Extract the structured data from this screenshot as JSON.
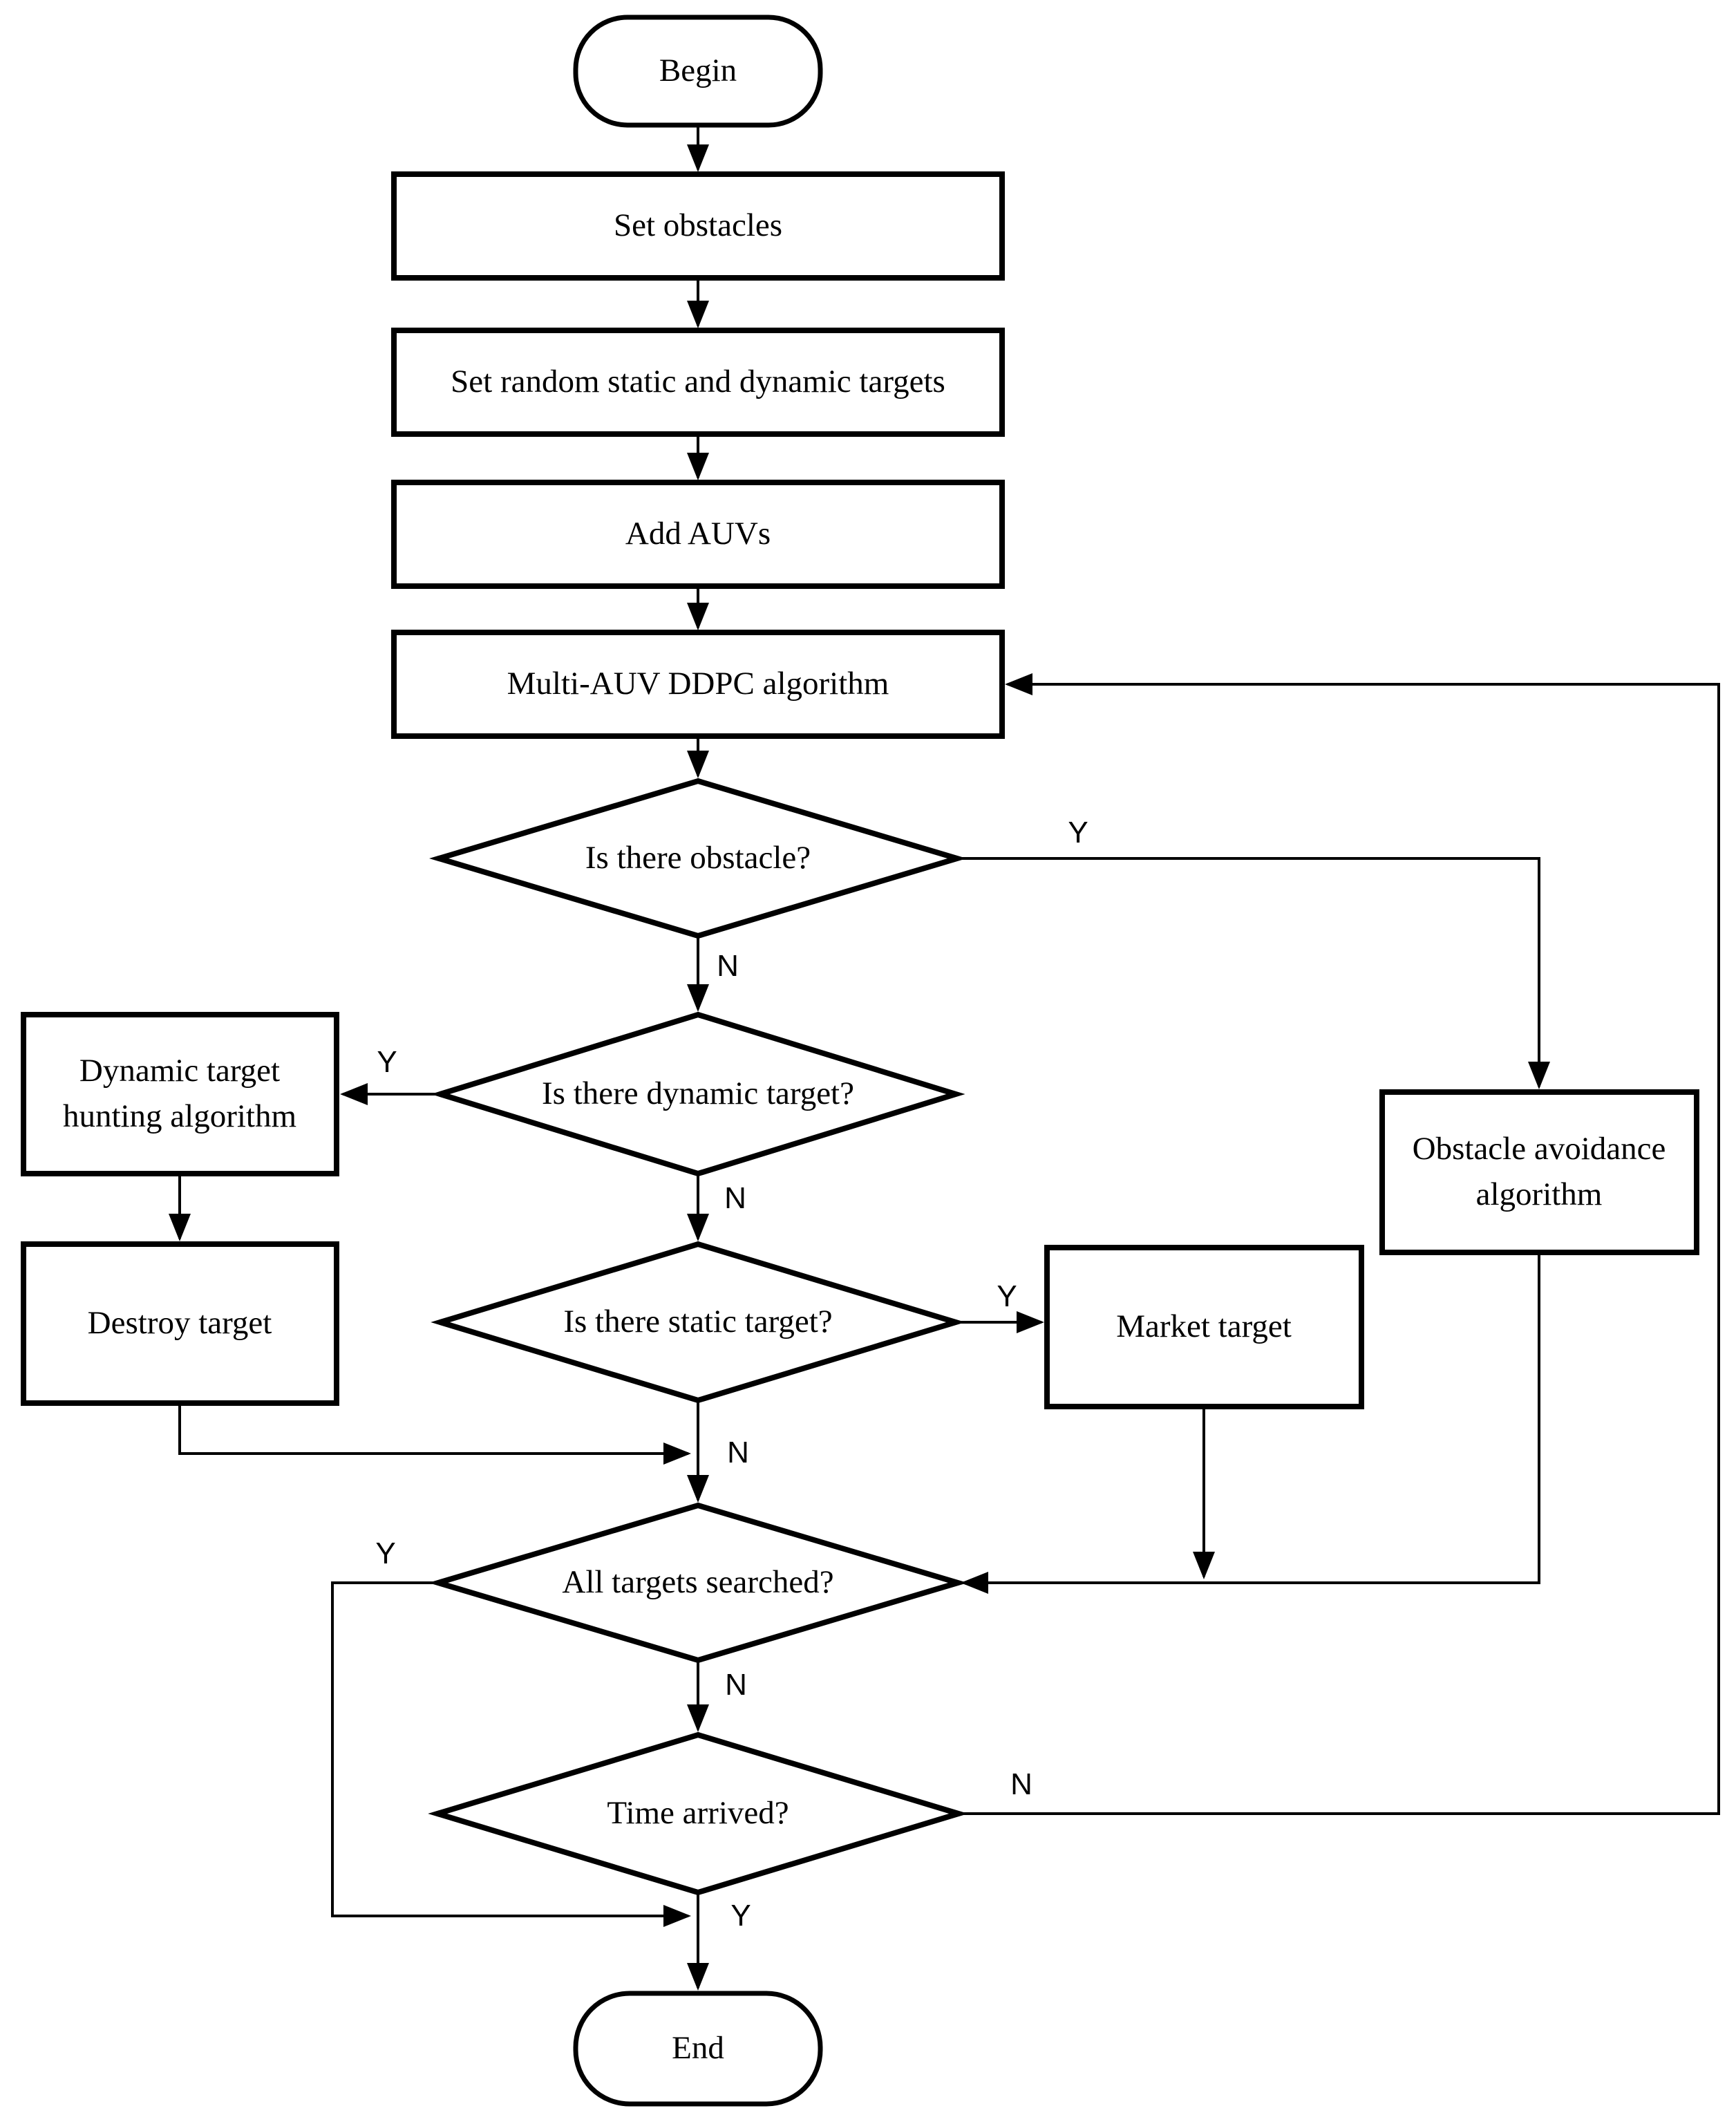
{
  "diagram": {
    "type": "flowchart",
    "colors": {
      "background": "#ffffff",
      "shape_fill": "#ffffff",
      "stroke": "#000000",
      "text": "#000000"
    },
    "nodes": {
      "begin": {
        "label": "Begin",
        "shape": "terminator"
      },
      "set_obstacles": {
        "label": "Set obstacles",
        "shape": "process"
      },
      "set_targets": {
        "label": "Set random static and dynamic targets",
        "shape": "process"
      },
      "add_auvs": {
        "label": "Add AUVs",
        "shape": "process"
      },
      "ddpc": {
        "label": "Multi-AUV DDPC algorithm",
        "shape": "process"
      },
      "is_obstacle": {
        "label": "Is there obstacle?",
        "shape": "decision"
      },
      "is_dynamic": {
        "label": "Is there dynamic target?",
        "shape": "decision"
      },
      "dynamic_hunt": {
        "label": "Dynamic target hunting algorithm",
        "shape": "process"
      },
      "destroy": {
        "label": "Destroy target",
        "shape": "process"
      },
      "is_static": {
        "label": "Is there static target?",
        "shape": "decision"
      },
      "market": {
        "label": "Market target",
        "shape": "process"
      },
      "obstacle_avoid": {
        "label": "Obstacle avoidance algorithm",
        "shape": "process"
      },
      "all_searched": {
        "label": "All targets searched?",
        "shape": "decision"
      },
      "time_arrived": {
        "label": "Time arrived?",
        "shape": "decision"
      },
      "end": {
        "label": "End",
        "shape": "terminator"
      }
    },
    "edge_labels": {
      "obstacle_yes": "Y",
      "obstacle_no": "N",
      "dynamic_yes": "Y",
      "dynamic_no": "N",
      "static_yes": "Y",
      "static_no": "N",
      "searched_yes": "Y",
      "searched_no": "N",
      "time_no": "N",
      "time_yes": "Y"
    }
  }
}
